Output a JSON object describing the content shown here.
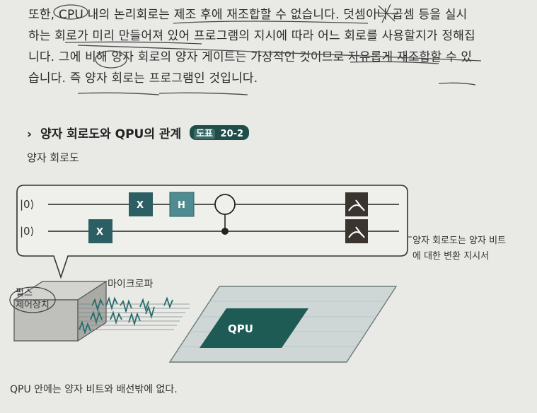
{
  "paragraph": {
    "lines": [
      "또한, CPU 내의 논리회로는 제조 후에 재조합할 수 없습니다. 덧셈이나 곱셈 등을 실시",
      "하는 회로가 미리 만들어져 있어 프로그램의 지시에 따라 어느 회로를 사용할지가 정해집",
      "니다. 그에 비해 양자 회로의 양자 게이트는 가상적인 것이므로 자유롭게 재조합할 수 있",
      "습니다. 즉 양자 회로는 프로그램인 것입니다."
    ]
  },
  "section": {
    "chevron": "›",
    "title": "양자 회로도와 QPU의 관계",
    "badge_tag": "도표",
    "badge_number": "20-2"
  },
  "subtitle": "양자 회로도",
  "circuit": {
    "qubit_labels": [
      "|0⟩",
      "|0⟩"
    ],
    "gates": {
      "x_top": "X",
      "h_top": "H",
      "x_bottom": "X"
    }
  },
  "captions": {
    "right_line1": "양자 회로도는 양자 비트",
    "right_line2": "에 대한 변환 지시서",
    "microwave": "마이크로파",
    "pulse_line1": "펄스",
    "pulse_line2": "제어장치",
    "qpu": "QPU",
    "bottom": "QPU 안에는 양자 비트와 배선밖에 없다."
  },
  "colors": {
    "accent": "#1f4e4a",
    "gate": "#2c5f63",
    "h_gate": "#4f8c92",
    "measure": "#3a332e",
    "wave": "#1e6a6a",
    "background": "#e9e9e6"
  }
}
